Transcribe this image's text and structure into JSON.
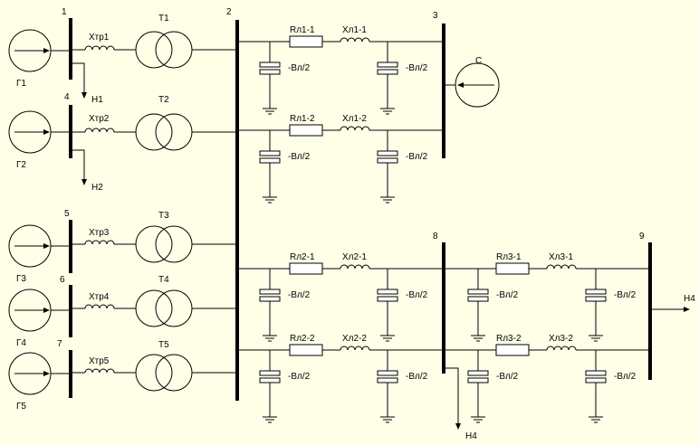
{
  "nodes": [
    "1",
    "2",
    "3",
    "4",
    "5",
    "6",
    "7",
    "8",
    "9"
  ],
  "generators": [
    "Г1",
    "Г2",
    "Г3",
    "Г4",
    "Г5"
  ],
  "system": "С",
  "reactors": [
    "Хтр1",
    "Хтр2",
    "Хтр3",
    "Хтр4",
    "Хтр5"
  ],
  "transformers": [
    "Т1",
    "Т2",
    "Т3",
    "Т4",
    "Т5"
  ],
  "loads": [
    "Н1",
    "Н2",
    "Н4",
    "Н4"
  ],
  "lines": [
    {
      "r": "Rл1-1",
      "x": "Хл1-1"
    },
    {
      "r": "Rл1-2",
      "x": "Хл1-2"
    },
    {
      "r": "Rл2-1",
      "x": "Хл2-1"
    },
    {
      "r": "Rл2-2",
      "x": "Хл2-2"
    },
    {
      "r": "Rл3-1",
      "x": "Хл3-1"
    },
    {
      "r": "Rл3-2",
      "x": "Хл3-2"
    }
  ],
  "shunt_label": "-Вл/2"
}
